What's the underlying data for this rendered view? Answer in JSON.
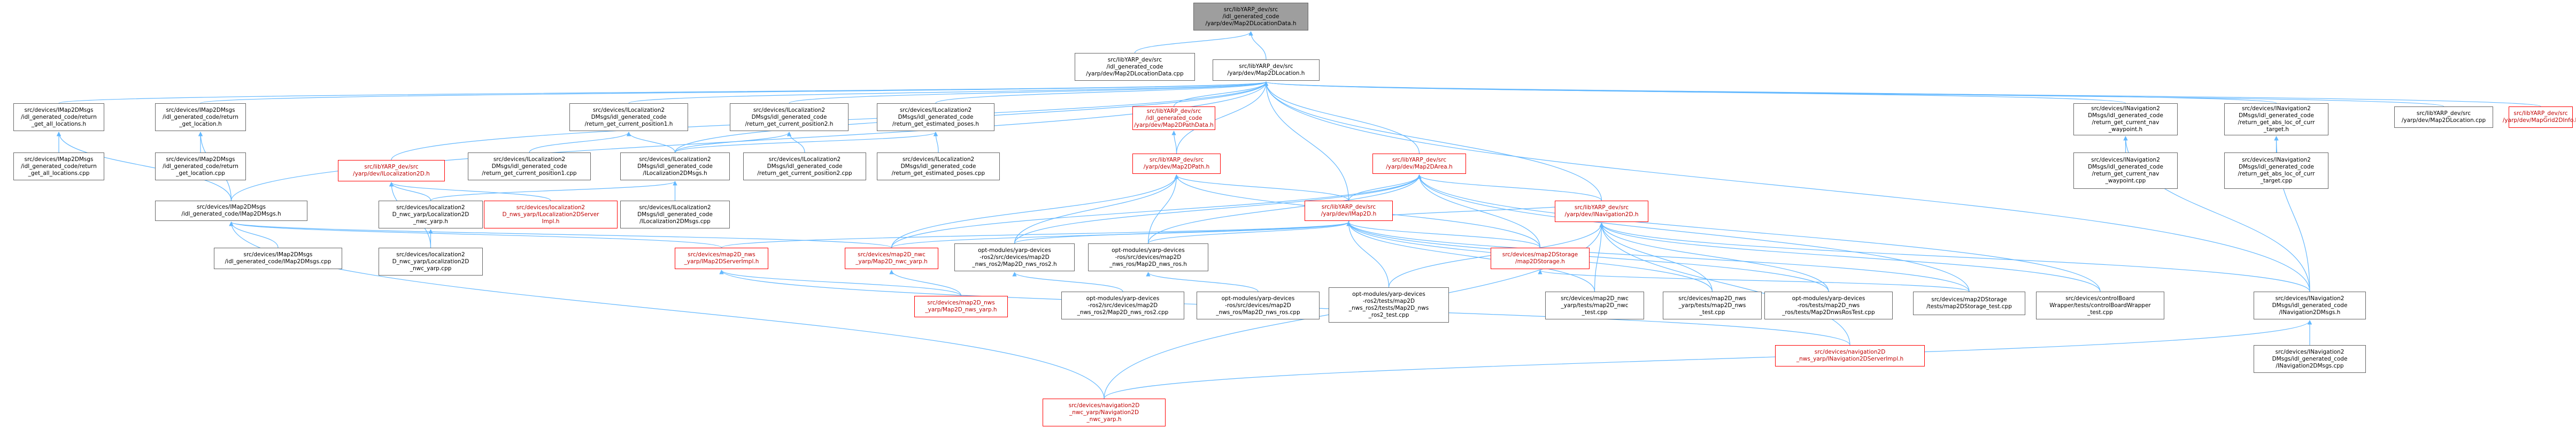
{
  "nodes": [
    {
      "id": "root",
      "lines": [
        "src/libYARP_dev/src",
        "/idl_generated_code",
        "/yarp/dev/Map2DLocationData.h"
      ],
      "style": "root"
    },
    {
      "id": "locdata_cpp",
      "lines": [
        "src/libYARP_dev/src",
        "/idl_generated_code",
        "/yarp/dev/Map2DLocationData.cpp"
      ],
      "style": "normal"
    },
    {
      "id": "map2dlocation_h",
      "lines": [
        "src/libYARP_dev/src",
        "/yarp/dev/Map2DLocation.h"
      ],
      "style": "normal"
    },
    {
      "id": "ret_get_all_loc_h",
      "lines": [
        "src/devices/IMap2DMsgs",
        "/idl_generated_code/return",
        "_get_all_locations.h"
      ],
      "style": "normal"
    },
    {
      "id": "ret_get_loc_h",
      "lines": [
        "src/devices/IMap2DMsgs",
        "/idl_generated_code/return",
        "_get_location.h"
      ],
      "style": "normal"
    },
    {
      "id": "ret_cur_pos1_h",
      "lines": [
        "src/devices/ILocalization2",
        "DMsgs/idl_generated_code",
        "/return_get_current_position1.h"
      ],
      "style": "normal"
    },
    {
      "id": "ret_cur_pos2_h",
      "lines": [
        "src/devices/ILocalization2",
        "DMsgs/idl_generated_code",
        "/return_get_current_position2.h"
      ],
      "style": "normal"
    },
    {
      "id": "ret_est_poses_h",
      "lines": [
        "src/devices/ILocalization2",
        "DMsgs/idl_generated_code",
        "/return_get_estimated_poses.h"
      ],
      "style": "normal"
    },
    {
      "id": "map2dpathdata_h",
      "lines": [
        "src/libYARP_dev/src",
        "/idl_generated_code",
        "/yarp/dev/Map2DPathData.h"
      ],
      "style": "red"
    },
    {
      "id": "nav_cur_wp_h",
      "lines": [
        "src/devices/INavigation2",
        "DMsgs/idl_generated_code",
        "/return_get_current_nav",
        "_waypoint.h"
      ],
      "style": "normal"
    },
    {
      "id": "nav_abs_loc_h",
      "lines": [
        "src/devices/INavigation2",
        "DMsgs/idl_generated_code",
        "/return_get_abs_loc_of_curr",
        "_target.h"
      ],
      "style": "normal"
    },
    {
      "id": "map2dlocation_cpp",
      "lines": [
        "src/libYARP_dev/src",
        "/yarp/dev/Map2DLocation.cpp"
      ],
      "style": "normal"
    },
    {
      "id": "mapgrid2dinfo_h",
      "lines": [
        "src/libYARP_dev/src",
        "/yarp/dev/MapGrid2DInfo.h"
      ],
      "style": "red"
    },
    {
      "id": "ret_get_all_loc_cpp",
      "lines": [
        "src/devices/IMap2DMsgs",
        "/idl_generated_code/return",
        "_get_all_locations.cpp"
      ],
      "style": "normal"
    },
    {
      "id": "ret_get_loc_cpp",
      "lines": [
        "src/devices/IMap2DMsgs",
        "/idl_generated_code/return",
        "_get_location.cpp"
      ],
      "style": "normal"
    },
    {
      "id": "ilocalization2d_h",
      "lines": [
        "src/libYARP_dev/src",
        "/yarp/dev/ILocalization2D.h"
      ],
      "style": "red"
    },
    {
      "id": "ret_cur_pos1_cpp",
      "lines": [
        "src/devices/ILocalization2",
        "DMsgs/idl_generated_code",
        "/return_get_current_position1.cpp"
      ],
      "style": "normal"
    },
    {
      "id": "iloc2dmsgs_h",
      "lines": [
        "src/devices/ILocalization2",
        "DMsgs/idl_generated_code",
        "/ILocalization2DMsgs.h"
      ],
      "style": "normal"
    },
    {
      "id": "ret_cur_pos2_cpp",
      "lines": [
        "src/devices/ILocalization2",
        "DMsgs/idl_generated_code",
        "/return_get_current_position2.cpp"
      ],
      "style": "normal"
    },
    {
      "id": "ret_est_poses_cpp",
      "lines": [
        "src/devices/ILocalization2",
        "DMsgs/idl_generated_code",
        "/return_get_estimated_poses.cpp"
      ],
      "style": "normal"
    },
    {
      "id": "map2dpath_h",
      "lines": [
        "src/libYARP_dev/src",
        "/yarp/dev/Map2DPath.h"
      ],
      "style": "red"
    },
    {
      "id": "map2darea_h",
      "lines": [
        "src/libYARP_dev/src",
        "/yarp/dev/Map2DArea.h"
      ],
      "style": "red"
    },
    {
      "id": "nav_cur_wp_cpp",
      "lines": [
        "src/devices/INavigation2",
        "DMsgs/idl_generated_code",
        "/return_get_current_nav",
        "_waypoint.cpp"
      ],
      "style": "normal"
    },
    {
      "id": "nav_abs_loc_cpp",
      "lines": [
        "src/devices/INavigation2",
        "DMsgs/idl_generated_code",
        "/return_get_abs_loc_of_curr",
        "_target.cpp"
      ],
      "style": "normal"
    },
    {
      "id": "imap2dmsgs_h",
      "lines": [
        "src/devices/IMap2DMsgs",
        "/idl_generated_code/IMap2DMsgs.h"
      ],
      "style": "normal"
    },
    {
      "id": "loc2d_nwc_yarp_h",
      "lines": [
        "src/devices/localization2",
        "D_nwc_yarp/Localization2D",
        "_nwc_yarp.h"
      ],
      "style": "normal"
    },
    {
      "id": "loc2d_server_impl",
      "lines": [
        "src/devices/localization2",
        "D_nws_yarp/ILocalization2DServer",
        "Impl.h"
      ],
      "style": "red"
    },
    {
      "id": "iloc2dmsgs_cpp",
      "lines": [
        "src/devices/ILocalization2",
        "DMsgs/idl_generated_code",
        "/ILocalization2DMsgs.cpp"
      ],
      "style": "normal"
    },
    {
      "id": "map2d_h",
      "lines": [
        "src/libYARP_dev/src",
        "/yarp/dev/IMap2D.h"
      ],
      "style": "red"
    },
    {
      "id": "imap2dmsgs_cpp",
      "lines": [
        "src/devices/IMap2DMsgs",
        "/idl_generated_code/IMap2DMsgs.cpp"
      ],
      "style": "normal"
    },
    {
      "id": "loc2d_nwc_yarp_cpp",
      "lines": [
        "src/devices/localization2",
        "D_nwc_yarp/Localization2D",
        "_nwc_yarp.cpp"
      ],
      "style": "normal"
    },
    {
      "id": "map2d_nws_server_impl",
      "lines": [
        "src/devices/map2D_nws",
        "_yarp/IMap2DServerImpl.h"
      ],
      "style": "red"
    },
    {
      "id": "map2d_nwc_yarp_h",
      "lines": [
        "src/devices/map2D_nwc",
        "_yarp/Map2D_nwc_yarp.h"
      ],
      "style": "red"
    },
    {
      "id": "ros2_map2d_nws_ros2_h",
      "lines": [
        "opt-modules/yarp-devices",
        "-ros2/src/devices/map2D",
        "_nws_ros2/Map2D_nws_ros2.h"
      ],
      "style": "normal"
    },
    {
      "id": "ros_map2d_nws_ros_h",
      "lines": [
        "opt-modules/yarp-devices",
        "-ros/src/devices/map2D",
        "_nws_ros/Map2D_nws_ros.h"
      ],
      "style": "normal"
    },
    {
      "id": "map2dstorage_h",
      "lines": [
        "src/devices/map2DStorage",
        "/map2DStorage.h"
      ],
      "style": "red"
    },
    {
      "id": "inavigation2d_h",
      "lines": [
        "src/libYARP_dev/src",
        "/yarp/dev/INavigation2D.h"
      ],
      "style": "red"
    },
    {
      "id": "map2d_nws_yarp_h",
      "lines": [
        "src/devices/map2D_nws",
        "_yarp/Map2D_nws_yarp.h"
      ],
      "style": "red"
    },
    {
      "id": "ros2_map2d_nws_ros2_cpp",
      "lines": [
        "opt-modules/yarp-devices",
        "-ros2/src/devices/map2D",
        "_nws_ros2/Map2D_nws_ros2.cpp"
      ],
      "style": "normal"
    },
    {
      "id": "ros_map2d_nws_ros_cpp",
      "lines": [
        "opt-modules/yarp-devices",
        "-ros/src/devices/map2D",
        "_nws_ros/Map2D_nws_ros.cpp"
      ],
      "style": "normal"
    },
    {
      "id": "ros2_tests_map2d",
      "lines": [
        "opt-modules/yarp-devices",
        "-ros2/tests/map2D",
        "_nws_ros2/tests/Map2D_nws",
        "_ros2_test.cpp"
      ],
      "style": "normal"
    },
    {
      "id": "map2d_nwc_test",
      "lines": [
        "src/devices/map2D_nwc",
        "_yarp/tests/map2D_nwc",
        "_test.cpp"
      ],
      "style": "normal"
    },
    {
      "id": "map2d_nws_test",
      "lines": [
        "src/devices/map2D_nws",
        "_yarp/tests/map2D_nws",
        "_test.cpp"
      ],
      "style": "normal"
    },
    {
      "id": "ros_tests_map2d",
      "lines": [
        "opt-modules/yarp-devices",
        "-ros/tests/map2D_nws",
        "_ros/tests/Map2DnwsRosTest.cpp"
      ],
      "style": "normal"
    },
    {
      "id": "map2dstorage_test",
      "lines": [
        "src/devices/map2DStorage",
        "/tests/map2DStorage_test.cpp"
      ],
      "style": "normal"
    },
    {
      "id": "controlboard_test",
      "lines": [
        "src/devices/controlBoard",
        "Wrapper/tests/controlBoardWrapper",
        "_test.cpp"
      ],
      "style": "normal"
    },
    {
      "id": "inav2dmsgs_h",
      "lines": [
        "src/devices/INavigation2",
        "DMsgs/idl_generated_code",
        "/INavigation2DMsgs.h"
      ],
      "style": "normal"
    },
    {
      "id": "nav2d_server_impl",
      "lines": [
        "src/devices/navigation2D",
        "_nws_yarp/INavigation2DServerImpl.h"
      ],
      "style": "red"
    },
    {
      "id": "nav2d_nwc_yarp_h",
      "lines": [
        "src/devices/navigation2D",
        "_nwc_yarp/Navigation2D",
        "_nwc_yarp.h"
      ],
      "style": "red"
    },
    {
      "id": "inav2dmsgs_cpp",
      "lines": [
        "src/devices/INavigation2",
        "DMsgs/idl_generated_code",
        "/INavigation2DMsgs.cpp"
      ],
      "style": "normal"
    }
  ],
  "edges": [
    [
      "locdata_cpp",
      "root"
    ],
    [
      "map2dlocation_h",
      "root"
    ],
    [
      "ret_get_all_loc_h",
      "map2dlocation_h"
    ],
    [
      "ret_get_loc_h",
      "map2dlocation_h"
    ],
    [
      "ret_cur_pos1_h",
      "map2dlocation_h"
    ],
    [
      "ret_cur_pos2_h",
      "map2dlocation_h"
    ],
    [
      "ret_est_poses_h",
      "map2dlocation_h"
    ],
    [
      "map2dpathdata_h",
      "map2dlocation_h"
    ],
    [
      "nav_cur_wp_h",
      "map2dlocation_h"
    ],
    [
      "nav_abs_loc_h",
      "map2dlocation_h"
    ],
    [
      "map2dlocation_cpp",
      "map2dlocation_h"
    ],
    [
      "mapgrid2dinfo_h",
      "map2dlocation_h"
    ],
    [
      "ilocalization2d_h",
      "map2dlocation_h"
    ],
    [
      "map2dpath_h",
      "map2dlocation_h"
    ],
    [
      "map2darea_h",
      "map2dlocation_h"
    ],
    [
      "map2d_h",
      "map2dlocation_h"
    ],
    [
      "inavigation2d_h",
      "map2dlocation_h"
    ],
    [
      "imap2dmsgs_h",
      "map2dlocation_h"
    ],
    [
      "iloc2dmsgs_h",
      "map2dlocation_h"
    ],
    [
      "inav2dmsgs_h",
      "map2dlocation_h"
    ],
    [
      "ret_get_all_loc_cpp",
      "ret_get_all_loc_h"
    ],
    [
      "imap2dmsgs_h",
      "ret_get_all_loc_h"
    ],
    [
      "ret_get_loc_cpp",
      "ret_get_loc_h"
    ],
    [
      "imap2dmsgs_h",
      "ret_get_loc_h"
    ],
    [
      "ret_cur_pos1_cpp",
      "ret_cur_pos1_h"
    ],
    [
      "iloc2dmsgs_h",
      "ret_cur_pos1_h"
    ],
    [
      "ret_cur_pos2_cpp",
      "ret_cur_pos2_h"
    ],
    [
      "iloc2dmsgs_h",
      "ret_cur_pos2_h"
    ],
    [
      "ret_est_poses_cpp",
      "ret_est_poses_h"
    ],
    [
      "iloc2dmsgs_h",
      "ret_est_poses_h"
    ],
    [
      "map2dpath_h",
      "map2dpathdata_h"
    ],
    [
      "nav_cur_wp_cpp",
      "nav_cur_wp_h"
    ],
    [
      "inav2dmsgs_h",
      "nav_cur_wp_h"
    ],
    [
      "nav_abs_loc_cpp",
      "nav_abs_loc_h"
    ],
    [
      "inav2dmsgs_h",
      "nav_abs_loc_h"
    ],
    [
      "loc2d_nwc_yarp_h",
      "ilocalization2d_h"
    ],
    [
      "loc2d_server_impl",
      "ilocalization2d_h"
    ],
    [
      "loc2d_nwc_yarp_cpp",
      "ilocalization2d_h"
    ],
    [
      "loc2d_nwc_yarp_h",
      "iloc2dmsgs_h"
    ],
    [
      "iloc2dmsgs_cpp",
      "iloc2dmsgs_h"
    ],
    [
      "map2d_h",
      "map2dpath_h"
    ],
    [
      "map2dstorage_h",
      "map2dpath_h"
    ],
    [
      "ros2_map2d_nws_ros2_h",
      "map2dpath_h"
    ],
    [
      "ros_map2d_nws_ros_h",
      "map2dpath_h"
    ],
    [
      "map2d_nwc_yarp_h",
      "map2dpath_h"
    ],
    [
      "map2d_h",
      "map2darea_h"
    ],
    [
      "map2dstorage_h",
      "map2darea_h"
    ],
    [
      "inavigation2d_h",
      "map2darea_h"
    ],
    [
      "ros2_map2d_nws_ros2_h",
      "map2darea_h"
    ],
    [
      "ros_map2d_nws_ros_h",
      "map2darea_h"
    ],
    [
      "map2d_nwc_yarp_h",
      "map2darea_h"
    ],
    [
      "map2dstorage_test",
      "map2darea_h"
    ],
    [
      "controlboard_test",
      "map2darea_h"
    ],
    [
      "imap2dmsgs_cpp",
      "imap2dmsgs_h"
    ],
    [
      "map2d_nwc_yarp_h",
      "imap2dmsgs_h"
    ],
    [
      "map2d_nws_server_impl",
      "imap2dmsgs_h"
    ],
    [
      "loc2d_nwc_yarp_cpp",
      "loc2d_nwc_yarp_h"
    ],
    [
      "map2d_nws_server_impl",
      "map2d_h"
    ],
    [
      "map2d_nwc_yarp_h",
      "map2d_h"
    ],
    [
      "ros2_map2d_nws_ros2_h",
      "map2d_h"
    ],
    [
      "ros_map2d_nws_ros_h",
      "map2d_h"
    ],
    [
      "map2dstorage_h",
      "map2d_h"
    ],
    [
      "inavigation2d_h",
      "map2d_h"
    ],
    [
      "ros2_tests_map2d",
      "map2d_h"
    ],
    [
      "map2d_nwc_test",
      "map2d_h"
    ],
    [
      "map2d_nws_test",
      "map2d_h"
    ],
    [
      "ros_tests_map2d",
      "map2d_h"
    ],
    [
      "map2dstorage_test",
      "map2d_h"
    ],
    [
      "map2d_nws_yarp_h",
      "map2d_nws_server_impl"
    ],
    [
      "map2d_nws_yarp_h",
      "map2d_nwc_yarp_h"
    ],
    [
      "ros2_map2d_nws_ros2_cpp",
      "ros2_map2d_nws_ros2_h"
    ],
    [
      "ros_map2d_nws_ros_cpp",
      "ros_map2d_nws_ros_h"
    ],
    [
      "map2dstorage_test",
      "map2dstorage_h"
    ],
    [
      "controlboard_test",
      "inavigation2d_h"
    ],
    [
      "map2d_nwc_test",
      "inavigation2d_h"
    ],
    [
      "map2d_nws_test",
      "inavigation2d_h"
    ],
    [
      "ros_tests_map2d",
      "inavigation2d_h"
    ],
    [
      "ros2_tests_map2d",
      "inavigation2d_h"
    ],
    [
      "inav2dmsgs_h",
      "inavigation2d_h"
    ],
    [
      "nav2d_server_impl",
      "inavigation2d_h"
    ],
    [
      "nav2d_nwc_yarp_h",
      "inavigation2d_h"
    ],
    [
      "nav2d_nwc_yarp_h",
      "inav2dmsgs_h"
    ],
    [
      "inav2dmsgs_cpp",
      "inav2dmsgs_h"
    ],
    [
      "nav2d_nwc_yarp_h",
      "imap2dmsgs_h"
    ],
    [
      "nav2d_server_impl",
      "map2d_nws_server_impl"
    ]
  ],
  "colors": {
    "edge": "#63b8ff",
    "node_border": "#666666",
    "node_red_border": "#ff0000",
    "root_fill": "#9e9e9e"
  }
}
